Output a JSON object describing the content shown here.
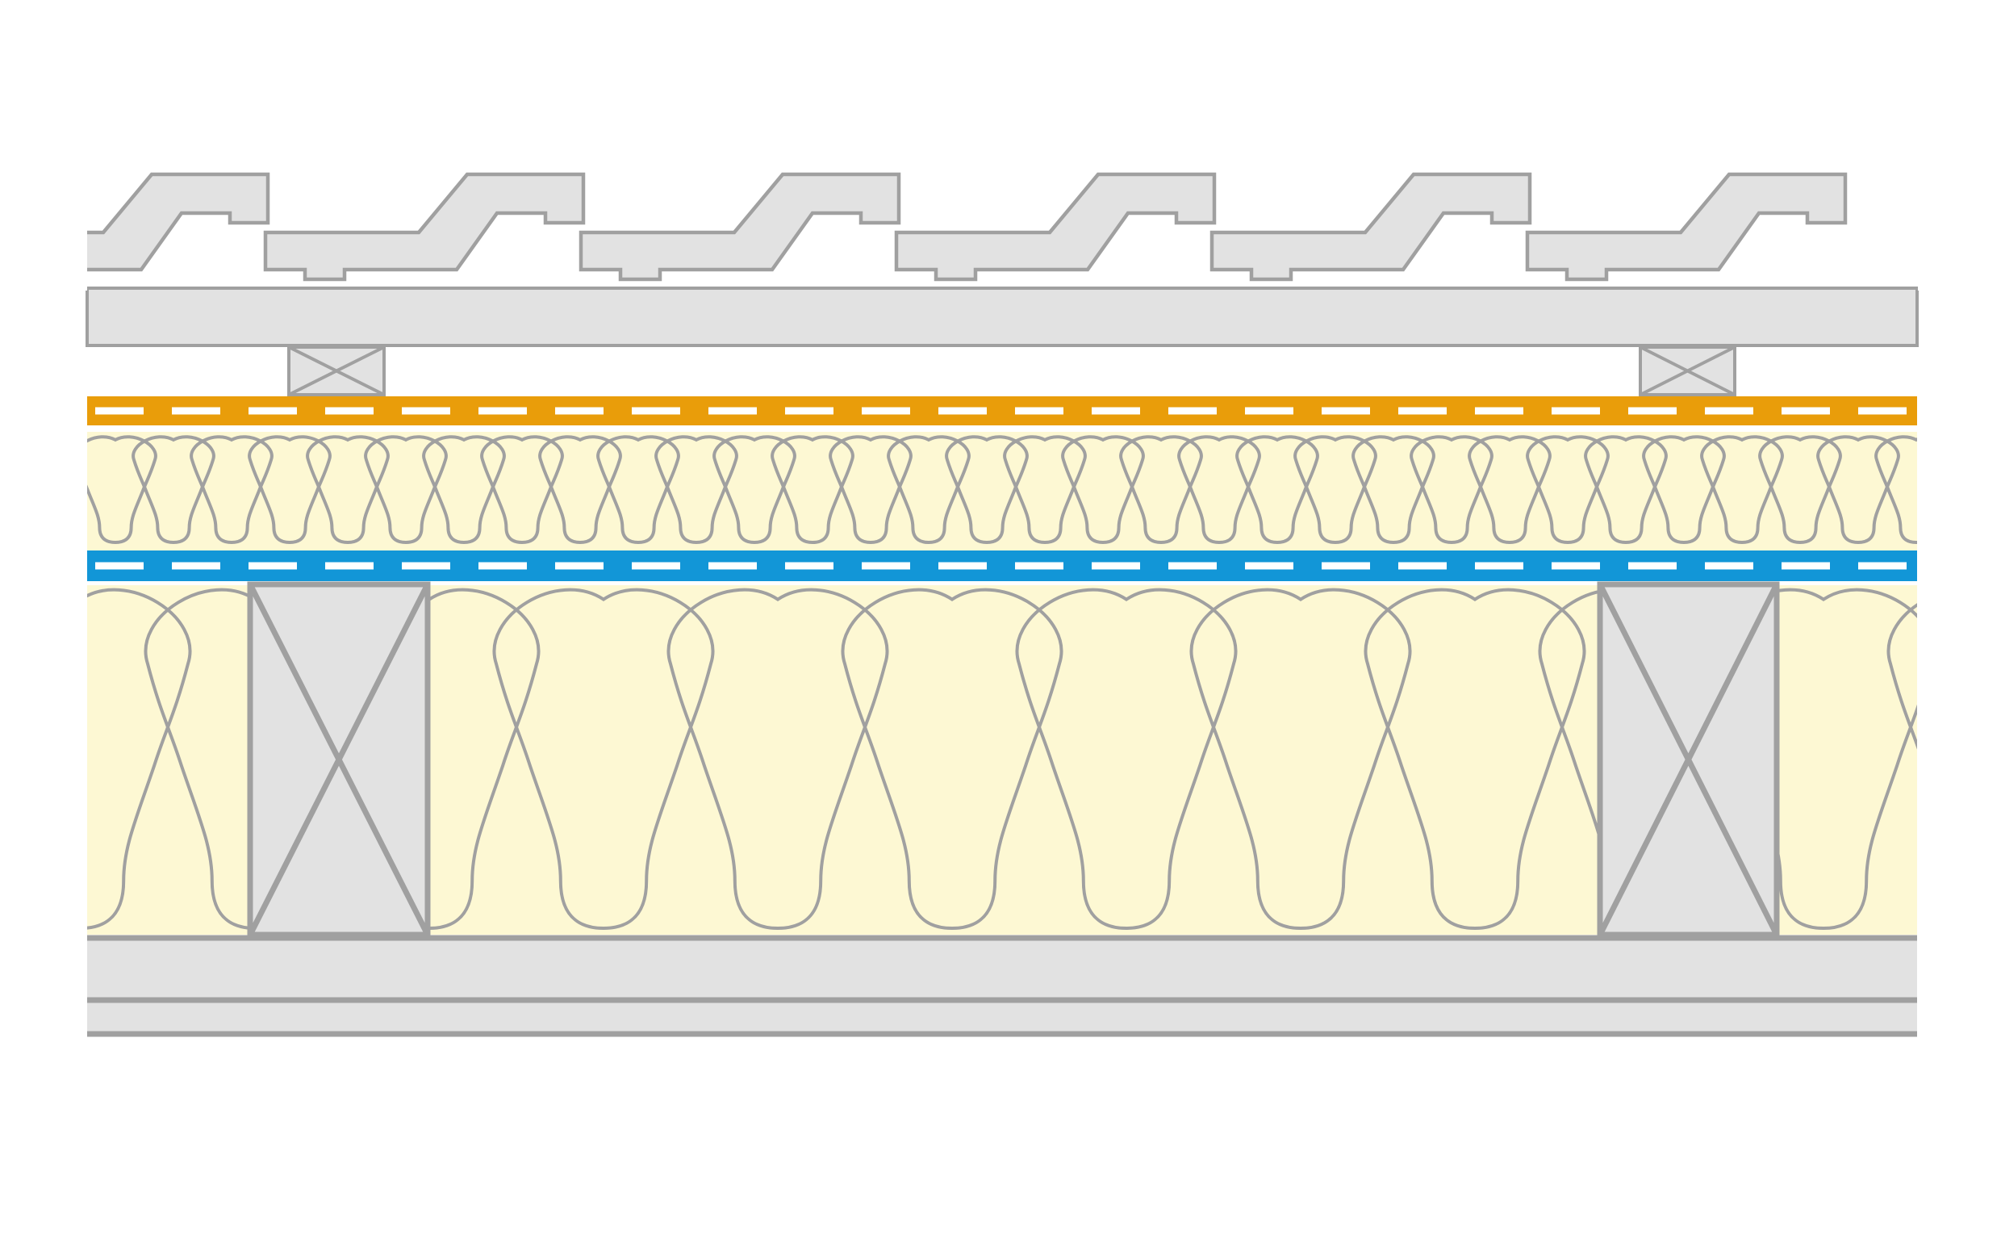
{
  "colors": {
    "background": "#ffffff",
    "outline": "#a0a0a0",
    "board_fill": "#e2e2e2",
    "insulation_fill": "#fdf8d3",
    "membrane_upper": "#e99d0a",
    "membrane_lower": "#1296d7",
    "membrane_dash": "#ffffff"
  },
  "layers": [
    {
      "id": "roof-tiles",
      "material": "interlocking-roof-tiles",
      "count": 6
    },
    {
      "id": "tile-batten-board",
      "material": "board"
    },
    {
      "id": "counter-battens",
      "material": "timber-cross-section",
      "count": 2
    },
    {
      "id": "upper-membrane",
      "material": "breathable-membrane",
      "color": "orange"
    },
    {
      "id": "over-rafter-insulation",
      "material": "mineral-wool"
    },
    {
      "id": "lower-membrane",
      "material": "vapour-control-layer",
      "color": "blue"
    },
    {
      "id": "between-rafter-insulation",
      "material": "mineral-wool"
    },
    {
      "id": "rafters",
      "material": "timber-cross-section",
      "count": 2
    },
    {
      "id": "ceiling-board",
      "material": "board"
    }
  ]
}
